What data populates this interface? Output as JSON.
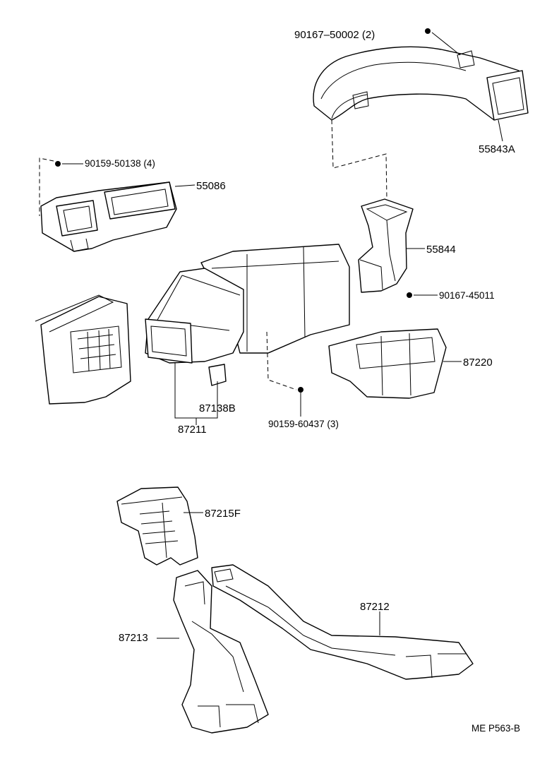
{
  "labels": {
    "p90167_50002": "90167–50002 (2)",
    "p55843A": "55843A",
    "p90159_50138": "90159-50138 (4)",
    "p55086": "55086",
    "p55844": "55844",
    "p90167_45011": "90167-45011",
    "p87220": "87220",
    "p87138B": "87138B",
    "p87211": "87211",
    "p90159_60437": "90159-60437 (3)",
    "p87215F": "87215F",
    "p87212": "87212",
    "p87213": "87213"
  },
  "footer": {
    "ref": "ME  P563-B"
  }
}
